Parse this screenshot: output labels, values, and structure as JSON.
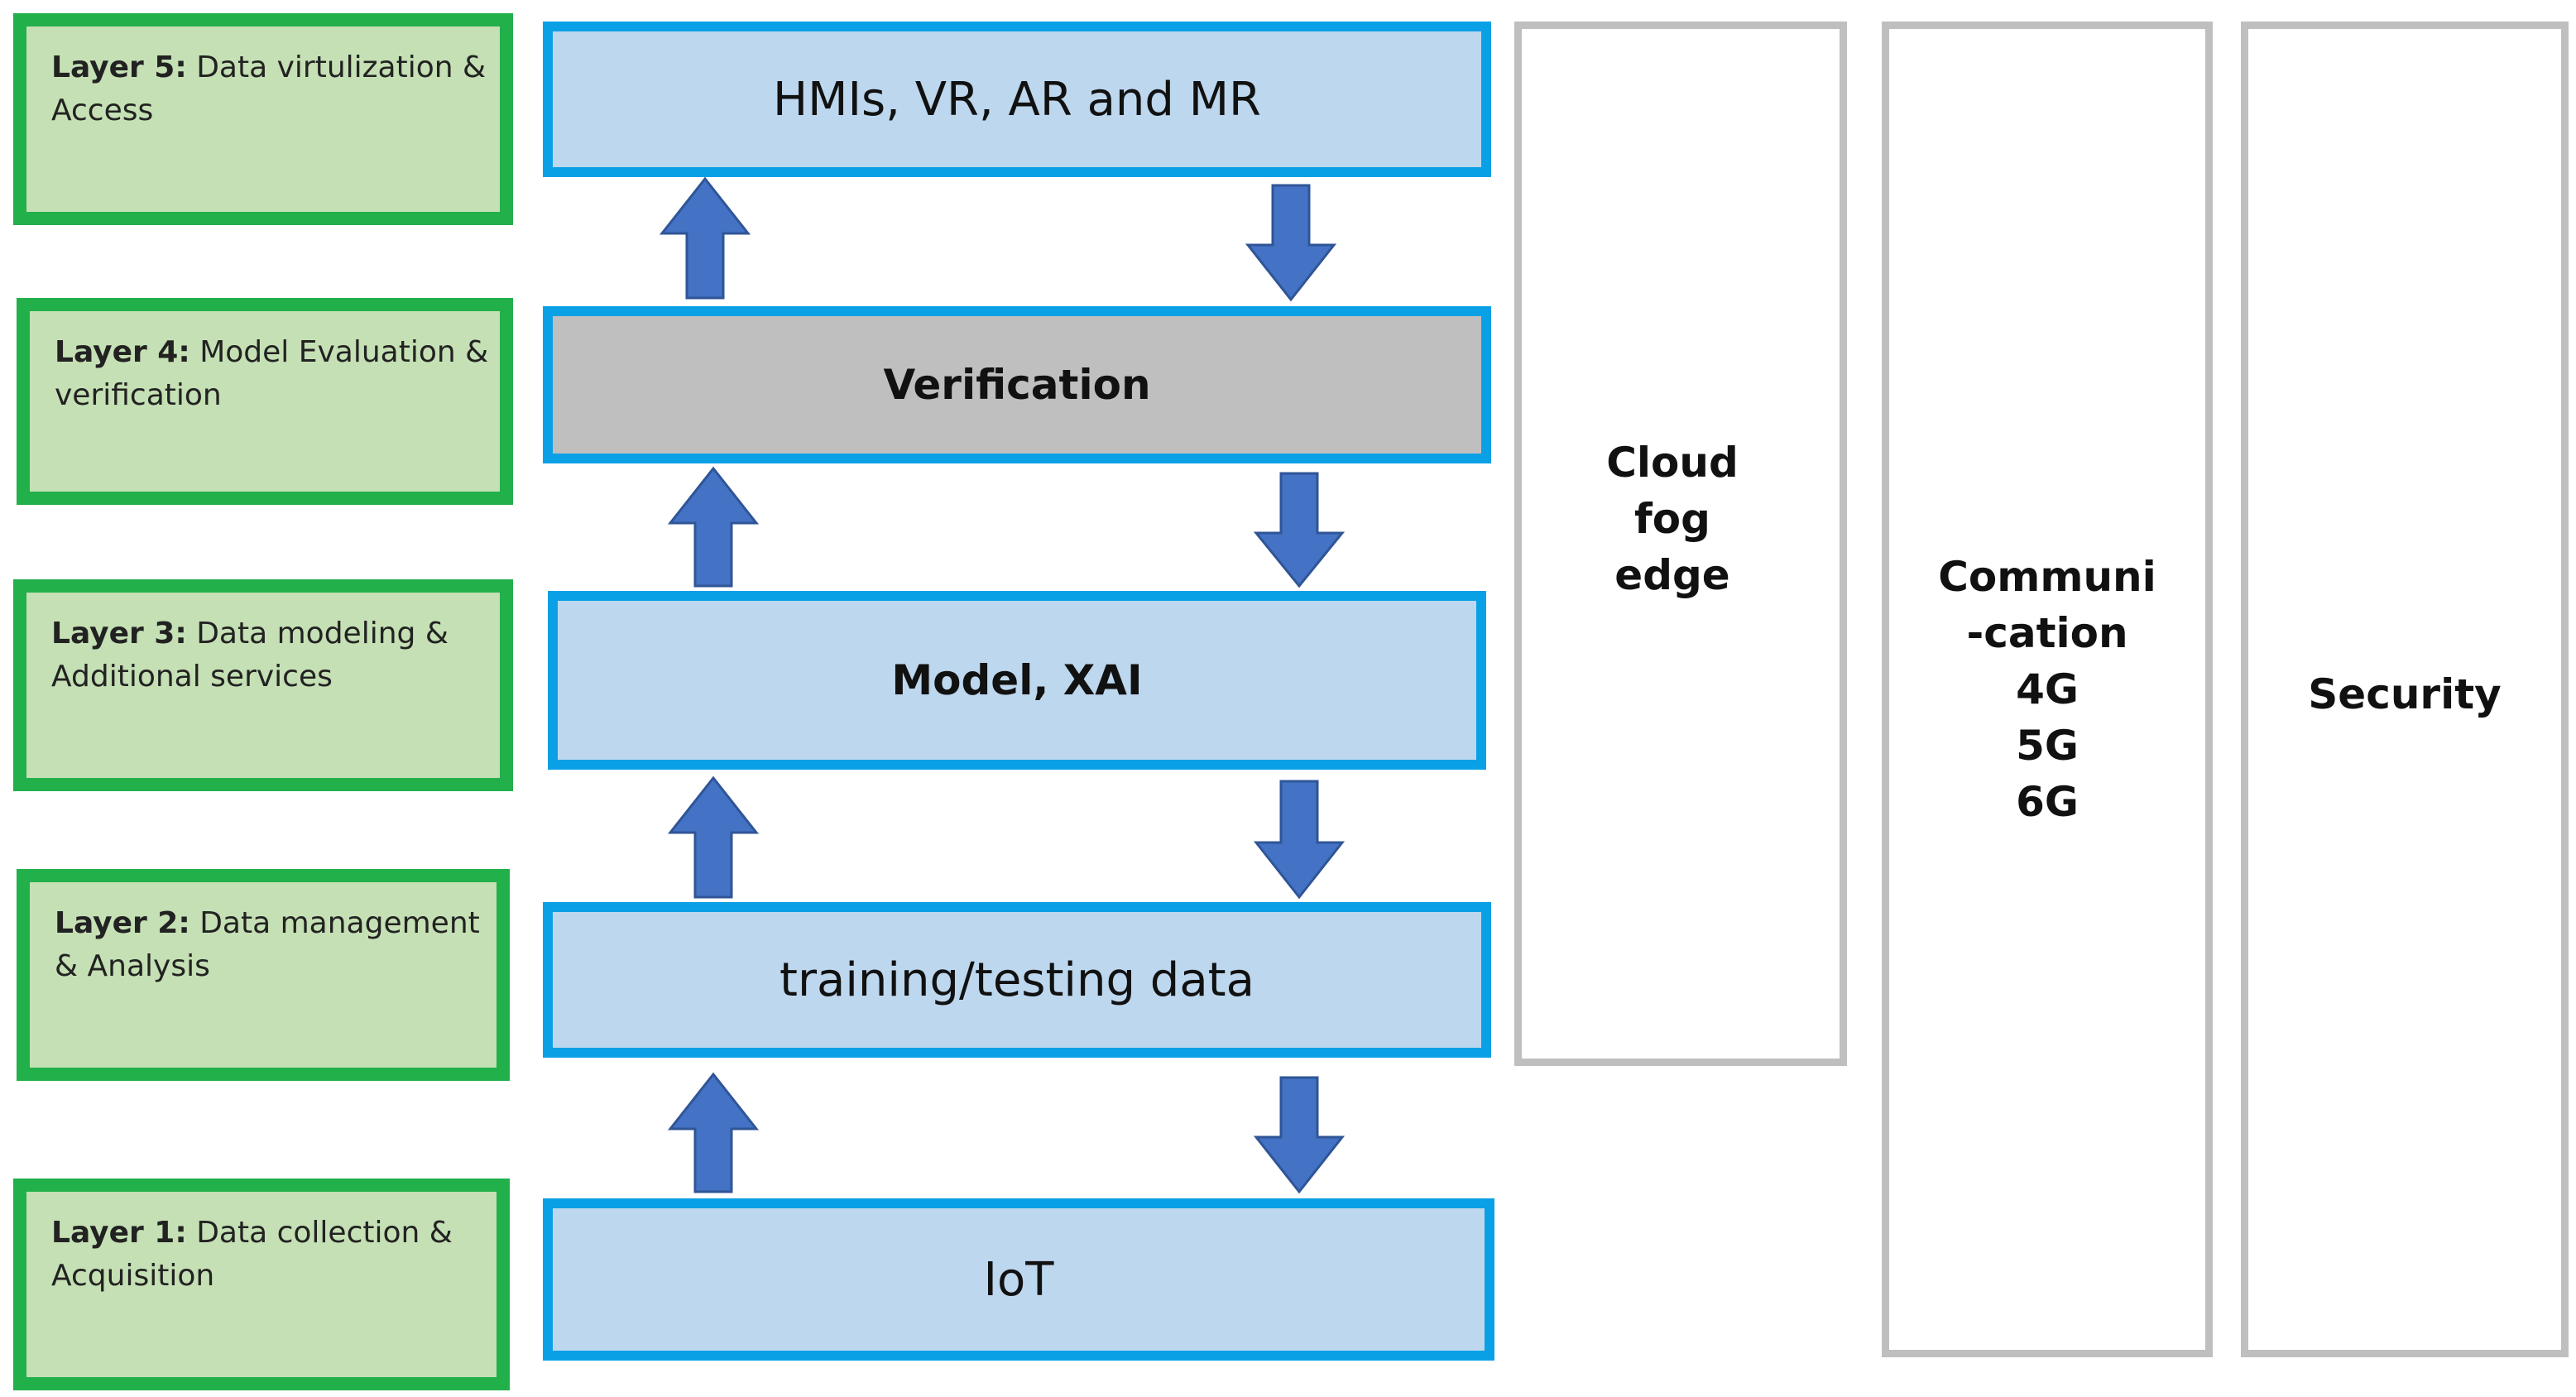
{
  "layers": [
    {
      "prefix": "Layer 5:",
      "text": "Data virtulization &",
      "text2": "Access"
    },
    {
      "prefix": "Layer 4:",
      "text": "Model Evaluation &",
      "text2": "verification"
    },
    {
      "prefix": "Layer 3:",
      "text": "Data modeling &",
      "text2": "Additional services"
    },
    {
      "prefix": "Layer 2:",
      "text": "Data management",
      "text2": "& Analysis"
    },
    {
      "prefix": "Layer 1:",
      "text": "Data collection &",
      "text2": "Acquisition"
    }
  ],
  "stack": {
    "hmis": "HMIs, VR, AR and MR",
    "verification": "Verification",
    "model": "Model, XAI",
    "training": "training/testing data",
    "iot": "IoT"
  },
  "side": {
    "cloud": [
      "Cloud",
      "fog",
      "edge"
    ],
    "communication": [
      "Communi",
      "-cation",
      "4G",
      "5G",
      "6G"
    ],
    "security": "Security"
  },
  "colors": {
    "layer_fill": "#c5e0b4",
    "layer_border": "#22b04b",
    "box_fill": "#bdd7ee",
    "box_border": "#0aa0e6",
    "verification_fill": "#bfbfbf",
    "arrow_fill": "#4472c4",
    "side_border": "#bfbfbf"
  }
}
